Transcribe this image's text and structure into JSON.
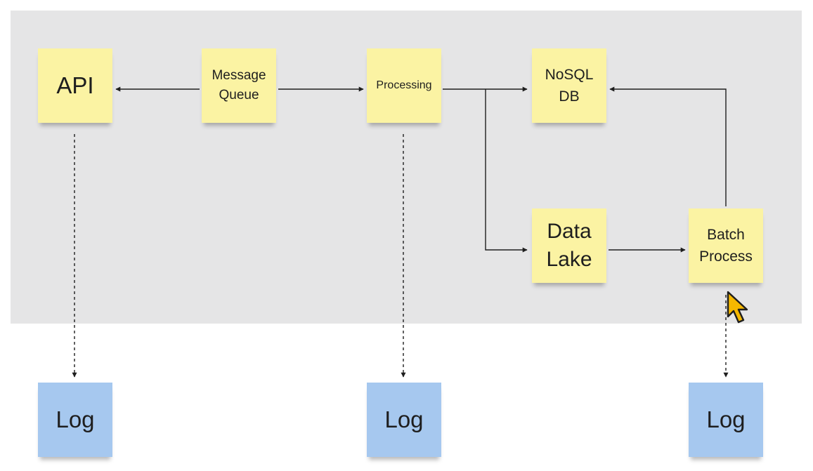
{
  "diagram": {
    "nodes": {
      "api": "API",
      "message_queue": "Message\nQueue",
      "processing": "Processing",
      "nosql_db": "NoSQL\nDB",
      "data_lake": "Data\nLake",
      "batch_process": "Batch\nProcess",
      "log_api": "Log",
      "log_processing": "Log",
      "log_batch": "Log"
    },
    "edges": [
      {
        "from": "message_queue",
        "to": "api",
        "style": "solid"
      },
      {
        "from": "message_queue",
        "to": "processing",
        "style": "solid"
      },
      {
        "from": "processing",
        "to": "nosql_db",
        "style": "solid"
      },
      {
        "from": "processing",
        "to": "data_lake",
        "style": "solid"
      },
      {
        "from": "data_lake",
        "to": "batch_process",
        "style": "solid"
      },
      {
        "from": "batch_process",
        "to": "nosql_db",
        "style": "solid"
      },
      {
        "from": "api",
        "to": "log_api",
        "style": "dashed"
      },
      {
        "from": "processing",
        "to": "log_processing",
        "style": "dashed"
      },
      {
        "from": "batch_process",
        "to": "log_batch",
        "style": "dashed"
      }
    ]
  },
  "colors": {
    "board": "#e5e5e6",
    "sticky_yellow": "#fbf3a3",
    "sticky_blue": "#a6c8ef",
    "connector": "#1e1e1e",
    "cursor": "#f5b800"
  }
}
